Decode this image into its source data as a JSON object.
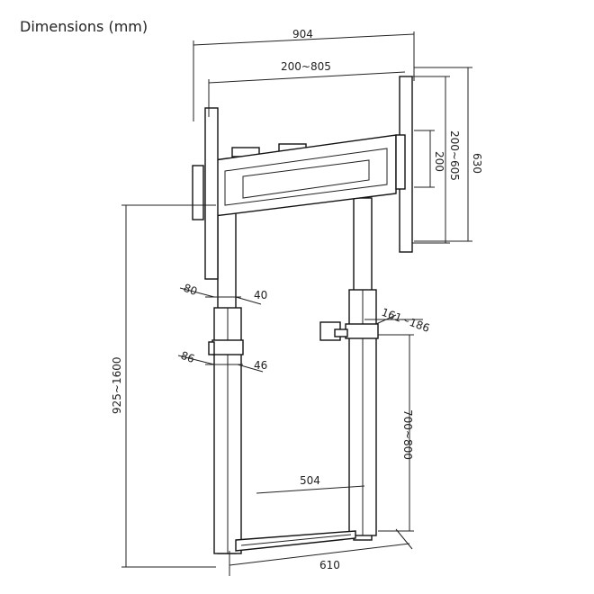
{
  "title": "Dimensions (mm)",
  "dimensions": {
    "overall_width": "904",
    "vesa_width": "200~805",
    "rail_height": "630",
    "vesa_height": "200~605",
    "min_vesa": "200",
    "upper_column_depth": "80",
    "upper_column_width": "40",
    "lower_column_depth": "86",
    "lower_column_width": "46",
    "clamp_range": "161~186",
    "overall_height": "925~1600",
    "clamp_height": "700~800",
    "inner_width": "504",
    "base_width": "610"
  }
}
